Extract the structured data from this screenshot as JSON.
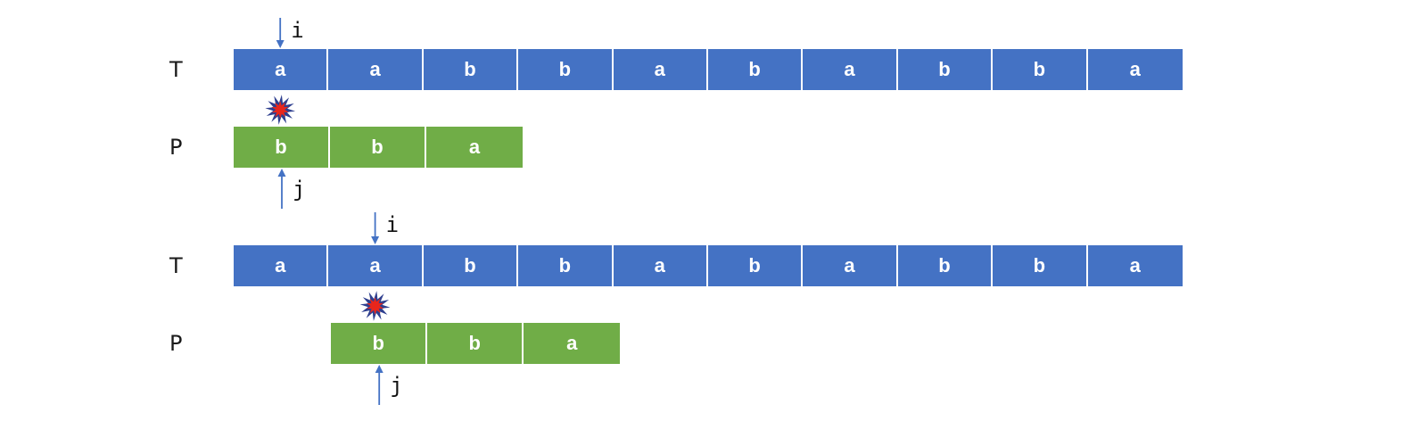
{
  "colors": {
    "text_cell": "#4472C4",
    "pattern_cell": "#70AD47",
    "arrow": "#4472C4",
    "burst_outer": "#2E3F8F",
    "burst_inner": "#E8261C"
  },
  "steps": [
    {
      "text_label": "T",
      "pattern_label": "P",
      "text_chars": [
        "a",
        "a",
        "b",
        "b",
        "a",
        "b",
        "a",
        "b",
        "b",
        "a"
      ],
      "pattern_chars": [
        "b",
        "b",
        "a"
      ],
      "pattern_offset": 0,
      "i_index": 0,
      "i_label": "i",
      "j_label": "j",
      "mismatch_icon": "burst-icon"
    },
    {
      "text_label": "T",
      "pattern_label": "P",
      "text_chars": [
        "a",
        "a",
        "b",
        "b",
        "a",
        "b",
        "a",
        "b",
        "b",
        "a"
      ],
      "pattern_chars": [
        "b",
        "b",
        "a"
      ],
      "pattern_offset": 1,
      "i_index": 1,
      "i_label": "i",
      "j_label": "j",
      "mismatch_icon": "burst-icon"
    }
  ]
}
